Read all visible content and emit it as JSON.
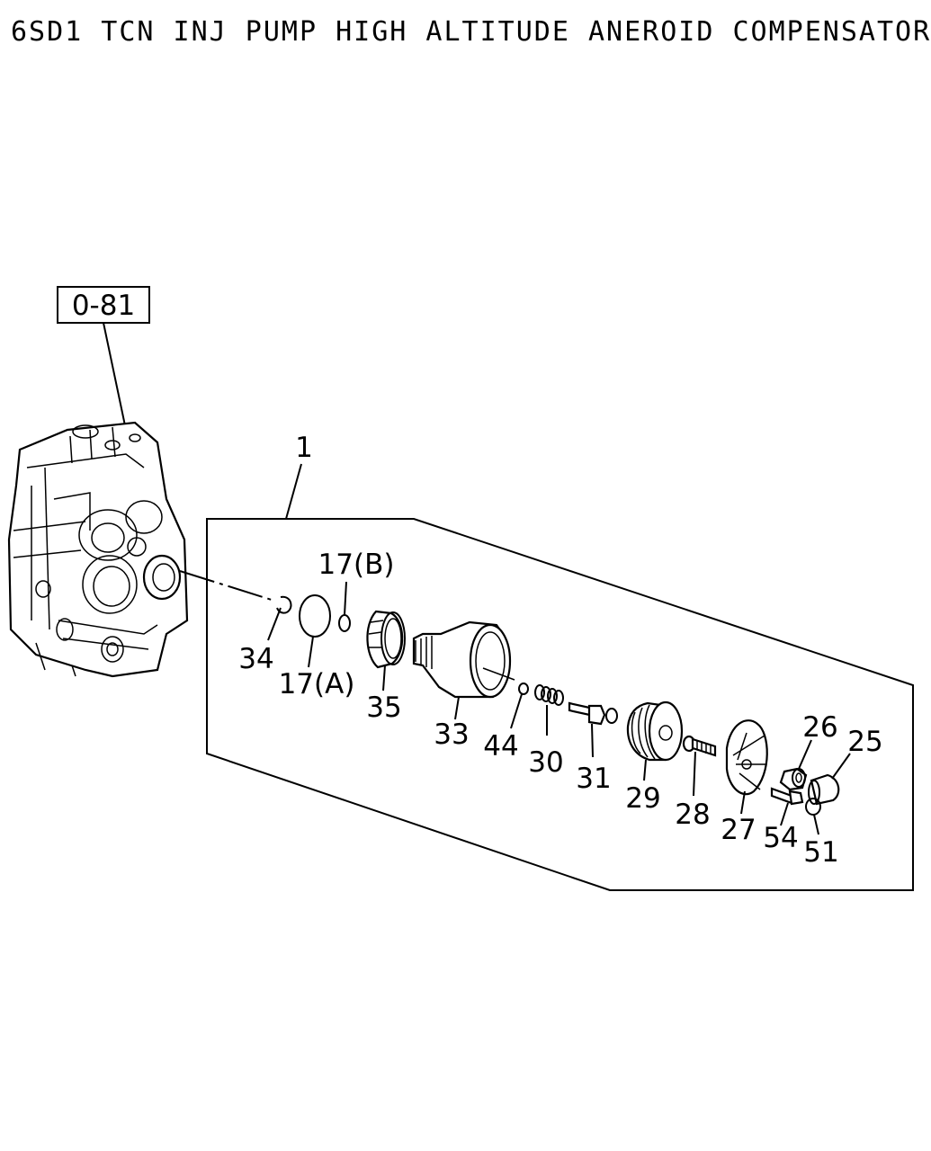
{
  "title": "6SD1 TCN INJ PUMP HIGH ALTITUDE ANEROID COMPENSATOR",
  "reference_box": "0-81",
  "assembly_label": "1",
  "callouts": {
    "c34": "34",
    "c17a": "17(A)",
    "c17b": "17(B)",
    "c35": "35",
    "c33": "33",
    "c44": "44",
    "c30": "30",
    "c31": "31",
    "c29": "29",
    "c28": "28",
    "c27": "27",
    "c54": "54",
    "c51": "51",
    "c26": "26",
    "c25": "25"
  }
}
